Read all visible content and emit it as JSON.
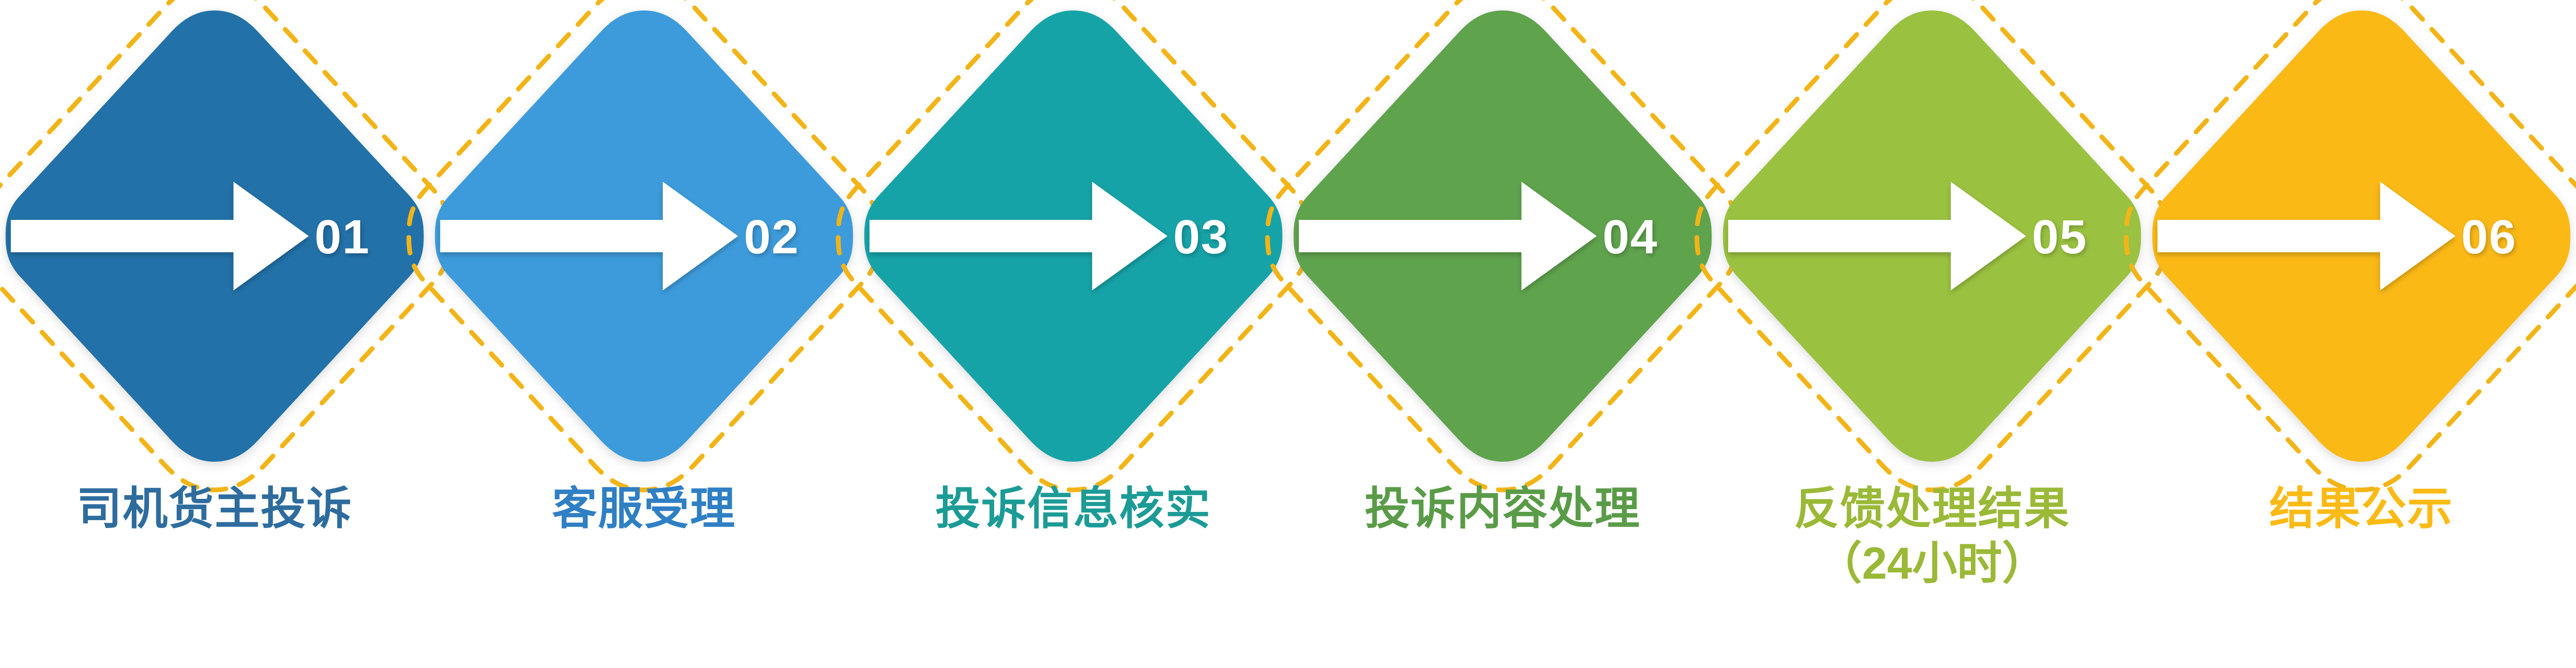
{
  "diagram": {
    "type": "process-flow",
    "orientation": "horizontal",
    "background_color": "#FFFFFF",
    "shape": "rounded-diamond",
    "connector_style": "dashed-outline",
    "connector_color": "#F2B417",
    "arrow_color": "#FFFFFF",
    "number_color": "#FFFFFF",
    "step_count": 6,
    "steps": [
      {
        "number": "01",
        "label": "司机货主投诉",
        "label_line2": "",
        "fill": "#2171A8",
        "label_color": "#2E6C9E",
        "arrow_icon": "arrow-right-icon"
      },
      {
        "number": "02",
        "label": "客服受理",
        "label_line2": "",
        "fill": "#3E9BDB",
        "label_color": "#2F7FC4",
        "arrow_icon": "arrow-right-icon"
      },
      {
        "number": "03",
        "label": "投诉信息核实",
        "label_line2": "",
        "fill": "#16A3A8",
        "label_color": "#1C9B96",
        "arrow_icon": "arrow-right-icon"
      },
      {
        "number": "04",
        "label": "投诉内容处理",
        "label_line2": "",
        "fill": "#5EA34E",
        "label_color": "#5A9B48",
        "arrow_icon": "arrow-right-icon"
      },
      {
        "number": "05",
        "label": "反馈处理结果",
        "label_line2": "（24小时）",
        "fill": "#9AC23F",
        "label_color": "#9AB937",
        "arrow_icon": "arrow-right-icon"
      },
      {
        "number": "06",
        "label": "结果公示",
        "label_line2": "",
        "fill": "#FBB913",
        "label_color": "#FBBA15",
        "arrow_icon": "arrow-right-icon"
      }
    ]
  }
}
